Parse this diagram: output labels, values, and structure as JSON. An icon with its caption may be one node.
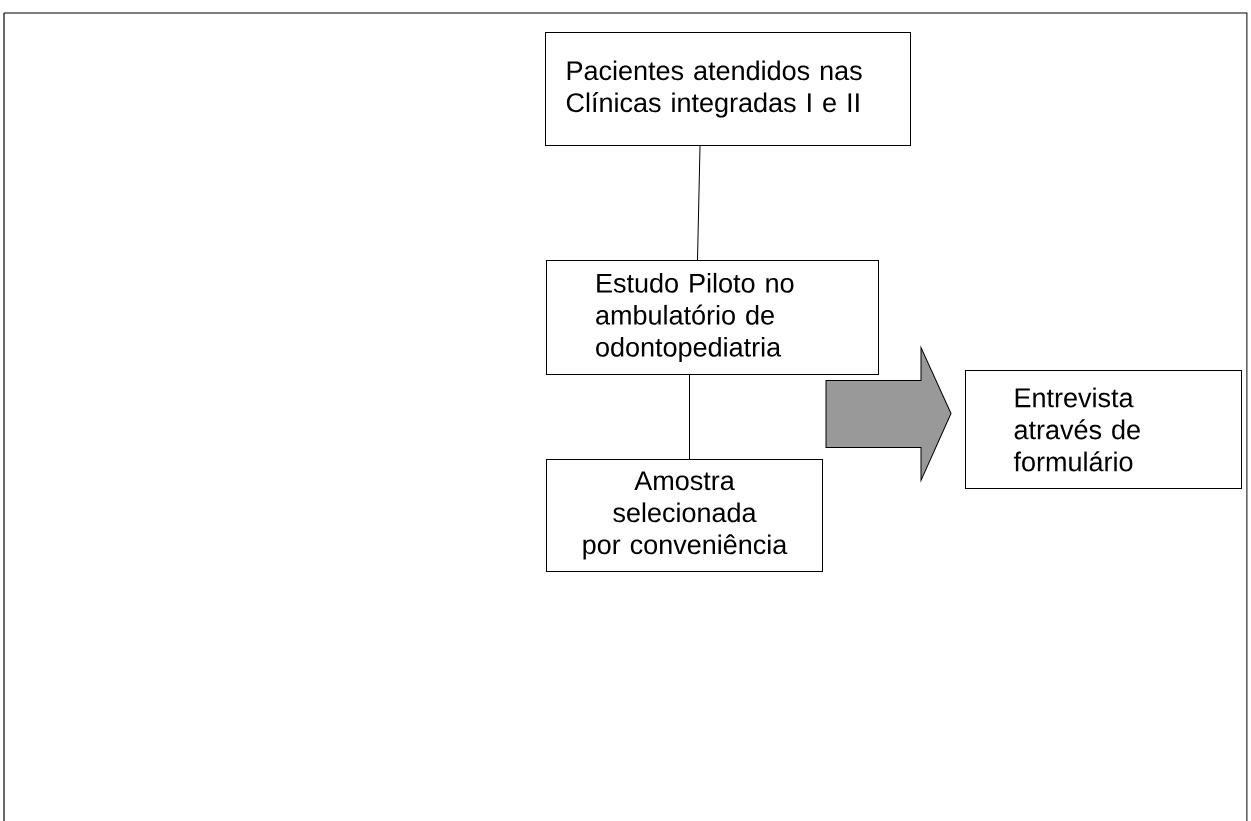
{
  "diagram": {
    "nodes": [
      {
        "text": [
          "Pacientes atendidos nas Clínicas integradas I e II"
        ]
      },
      {
        "text": [
          "Estudo Piloto no ambulatório de odontopediatria"
        ]
      },
      {
        "text": [
          "Amostra selecionada por conveniência"
        ]
      },
      {
        "text": [
          "Entrevista através de formulário"
        ]
      }
    ],
    "edges": [
      {
        "from": 0,
        "to": 1,
        "arrow": "none"
      },
      {
        "from": 1,
        "to": 2,
        "arrow": "none"
      },
      {
        "from": null,
        "to": 3,
        "arrow": "to",
        "style": "thick"
      }
    ]
  }
}
